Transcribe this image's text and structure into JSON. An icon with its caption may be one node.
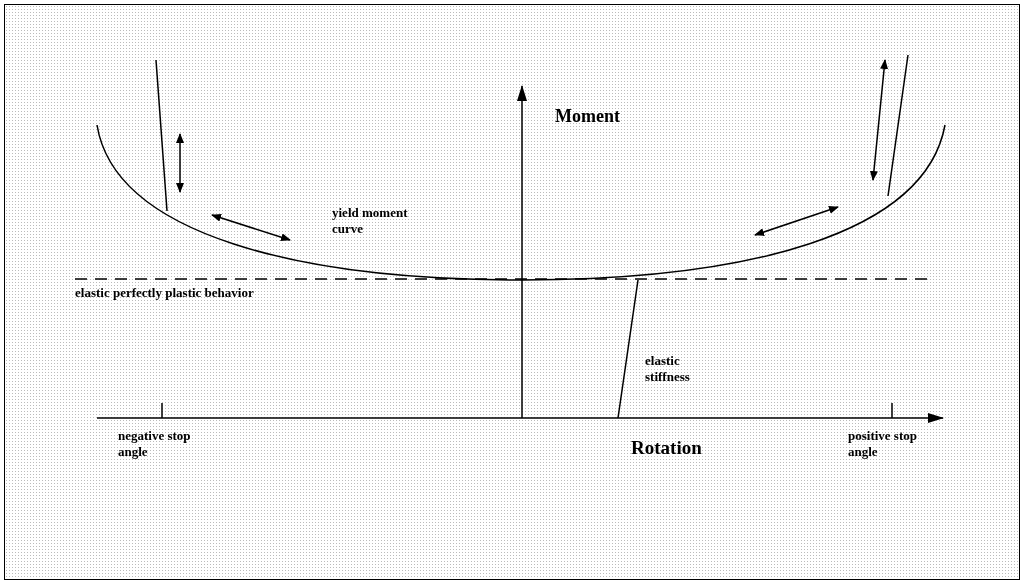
{
  "diagram": {
    "labels": [
      "Moment",
      "yield moment curve",
      "elastic perfectly plastic behavior",
      "elastic stiffness",
      "negative stop angle",
      "Rotation",
      "positive stop angle"
    ]
  }
}
